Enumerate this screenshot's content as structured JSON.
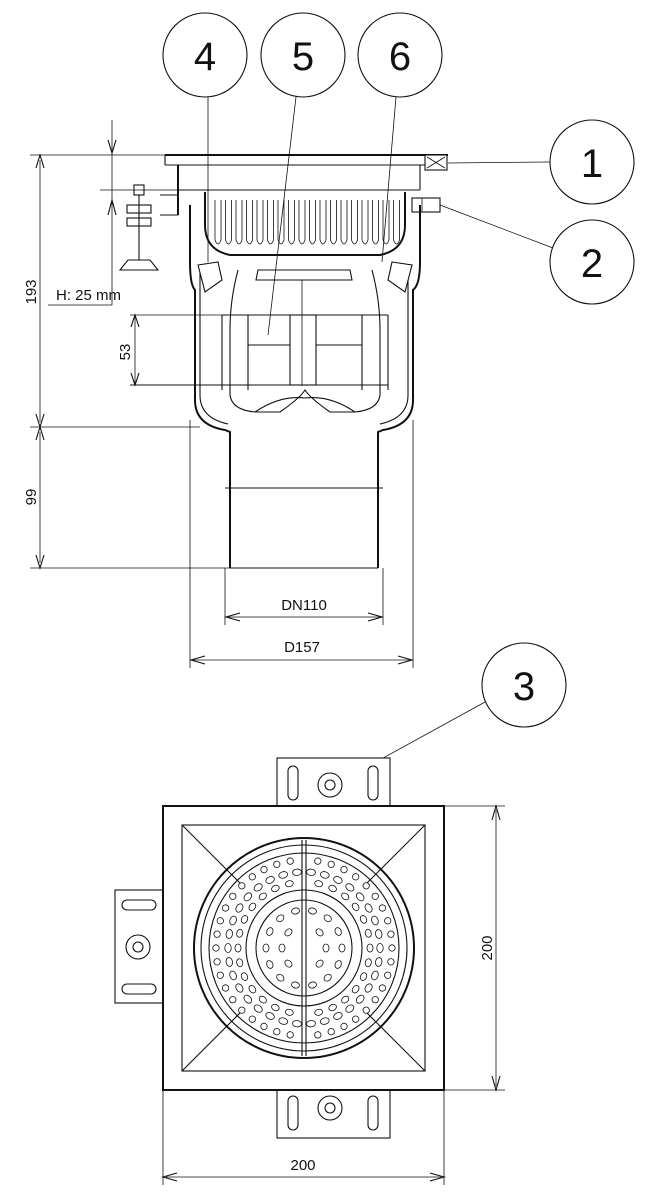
{
  "balloons": [
    {
      "id": "4",
      "label": "4"
    },
    {
      "id": "5",
      "label": "5"
    },
    {
      "id": "6",
      "label": "6"
    },
    {
      "id": "1",
      "label": "1"
    },
    {
      "id": "2",
      "label": "2"
    },
    {
      "id": "3",
      "label": "3"
    }
  ],
  "dimensions": {
    "height_total": "193",
    "height_adjust": "H: 25 mm",
    "water_seal": "53",
    "outlet_length": "99",
    "outlet_dn": "DN110",
    "body_diameter": "D157",
    "plan_height": "200",
    "plan_width": "200"
  }
}
